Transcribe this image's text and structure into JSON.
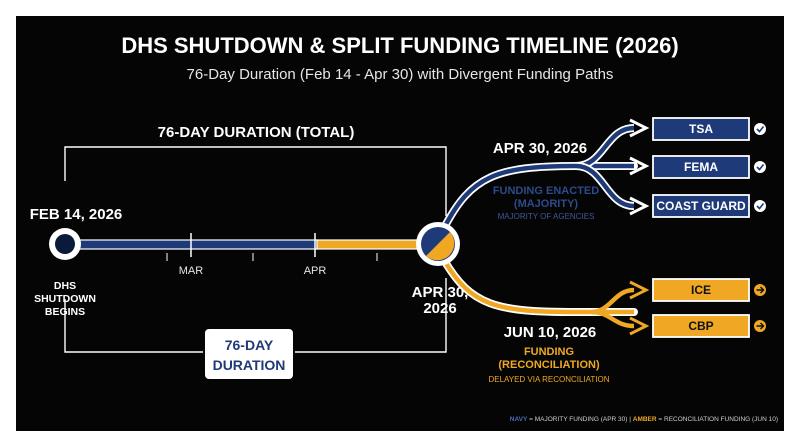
{
  "title": "DHS SHUTDOWN & SPLIT FUNDING TIMELINE (2026)",
  "subtitle": "76-Day Duration (Feb 14 - Apr 30) with Divergent Funding Paths",
  "top_bracket_label": "76-DAY DURATION (TOTAL)",
  "start": {
    "date": "FEB 14, 2026",
    "caption_lines": [
      "DHS",
      "SHUTDOWN",
      "BEGINS"
    ]
  },
  "ticks": [
    "MAR",
    "APR"
  ],
  "end_point": {
    "date_lines": [
      "APR 30,",
      "2026"
    ]
  },
  "duration_box": {
    "lines": [
      "76-DAY",
      "DURATION"
    ]
  },
  "upper_path": {
    "date": "APR 30, 2026",
    "label_lines": [
      "FUNDING ENACTED",
      "(MAJORITY)"
    ],
    "note": "MAJORITY OF AGENCIES",
    "agencies": [
      {
        "name": "TSA",
        "status": "check-icon"
      },
      {
        "name": "FEMA",
        "status": "check-icon"
      },
      {
        "name": "COAST GUARD",
        "status": "check-icon"
      }
    ]
  },
  "lower_path": {
    "date": "JUN 10, 2026",
    "label_lines": [
      "FUNDING",
      "(RECONCILIATION)"
    ],
    "note": "DELAYED VIA RECONCILIATION",
    "agencies": [
      {
        "name": "ICE",
        "status": "arrow-right-icon"
      },
      {
        "name": "CBP",
        "status": "arrow-right-icon"
      }
    ]
  },
  "legend": {
    "navy_key": "NAVY",
    "navy_text": " = MAJORITY FUNDING (APR 30) | ",
    "amber_key": "AMBER",
    "amber_text": " = RECONCILIATION FUNDING (JUN 10)"
  },
  "colors": {
    "background": "#050505",
    "navy": "#1f3a78",
    "amber": "#f0a824",
    "white": "#ffffff"
  }
}
